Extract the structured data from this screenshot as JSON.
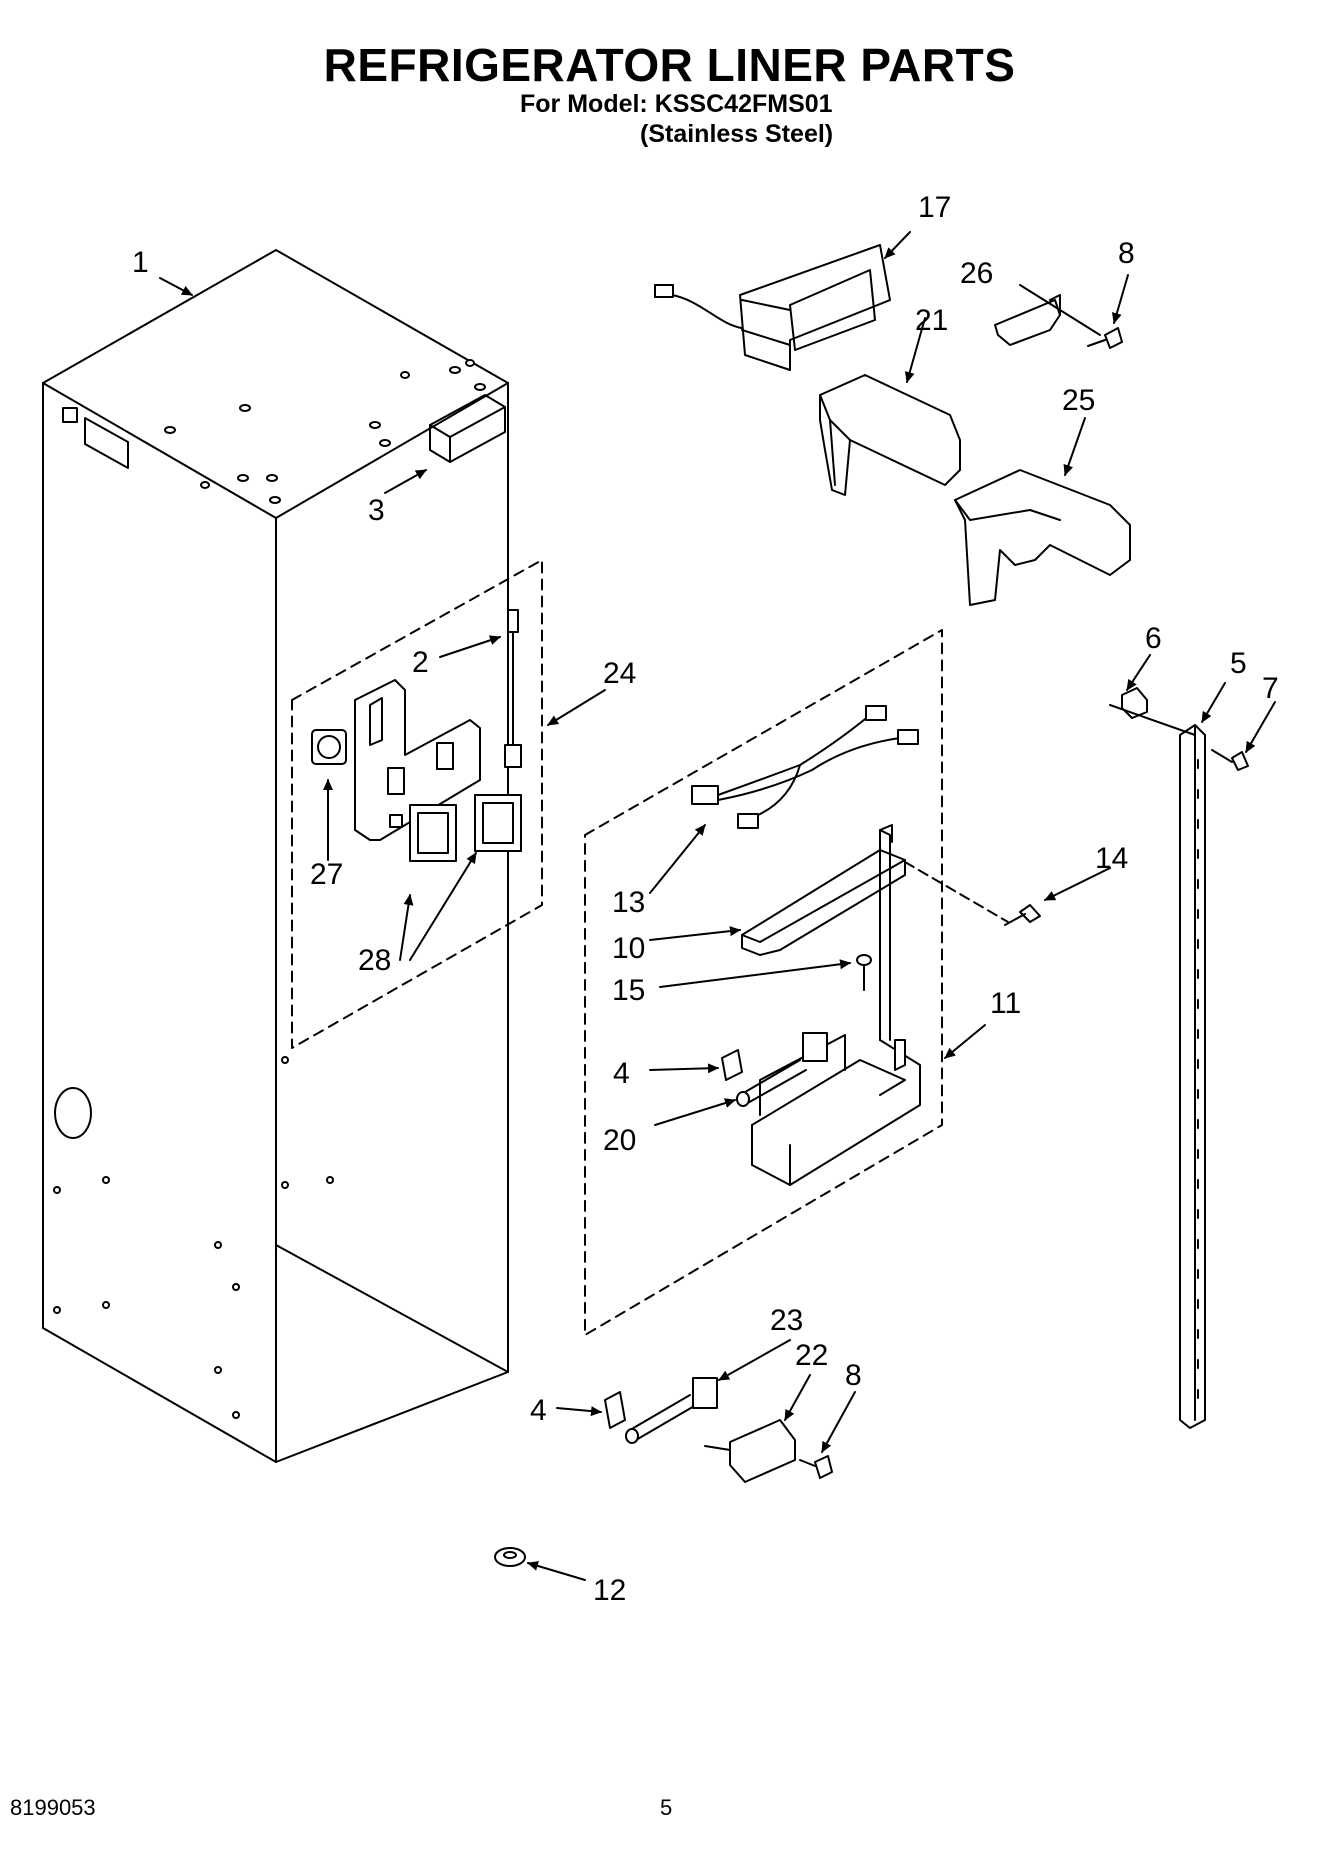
{
  "header": {
    "title": "REFRIGERATOR LINER PARTS",
    "model_line": "For Model: KSSC42FMS01",
    "finish_line": "(Stainless Steel)"
  },
  "footer": {
    "doc_number": "8199053",
    "page_number": "5"
  },
  "callouts": {
    "c1": "1",
    "c2": "2",
    "c3": "3",
    "c4a": "4",
    "c4b": "4",
    "c5": "5",
    "c6": "6",
    "c7": "7",
    "c8a": "8",
    "c8b": "8",
    "c10": "10",
    "c11": "11",
    "c12": "12",
    "c13": "13",
    "c14": "14",
    "c15": "15",
    "c17": "17",
    "c20": "20",
    "c21": "21",
    "c22": "22",
    "c23": "23",
    "c24": "24",
    "c25": "25",
    "c26": "26",
    "c27": "27",
    "c28": "28"
  }
}
